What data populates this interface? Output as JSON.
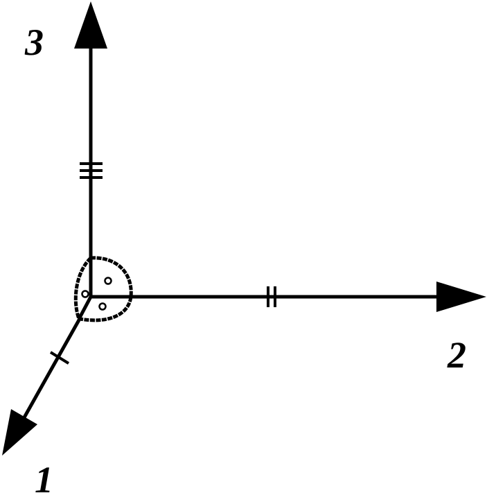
{
  "diagram": {
    "axes": [
      {
        "label": "1",
        "tick_marks": 1
      },
      {
        "label": "2",
        "tick_marks": 2
      },
      {
        "label": "3",
        "tick_marks": 3
      }
    ],
    "colors": {
      "stroke": "#000000",
      "background": "#ffffff"
    }
  }
}
